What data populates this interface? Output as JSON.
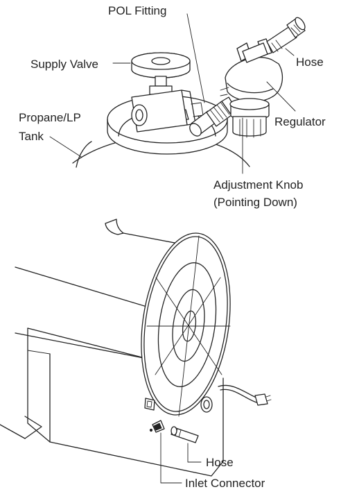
{
  "labels": {
    "pol_fitting": "POL Fitting",
    "hose_top": "Hose",
    "supply_valve": "Supply Valve",
    "tank_line1": "Propane/LP",
    "tank_line2": "Tank",
    "regulator": "Regulator",
    "adjust_line1": "Adjustment Knob",
    "adjust_line2": "(Pointing Down)",
    "hose_bottom": "Hose",
    "inlet_connector": "Inlet Connector"
  },
  "colors": {
    "line": "#222222",
    "background": "#ffffff"
  }
}
